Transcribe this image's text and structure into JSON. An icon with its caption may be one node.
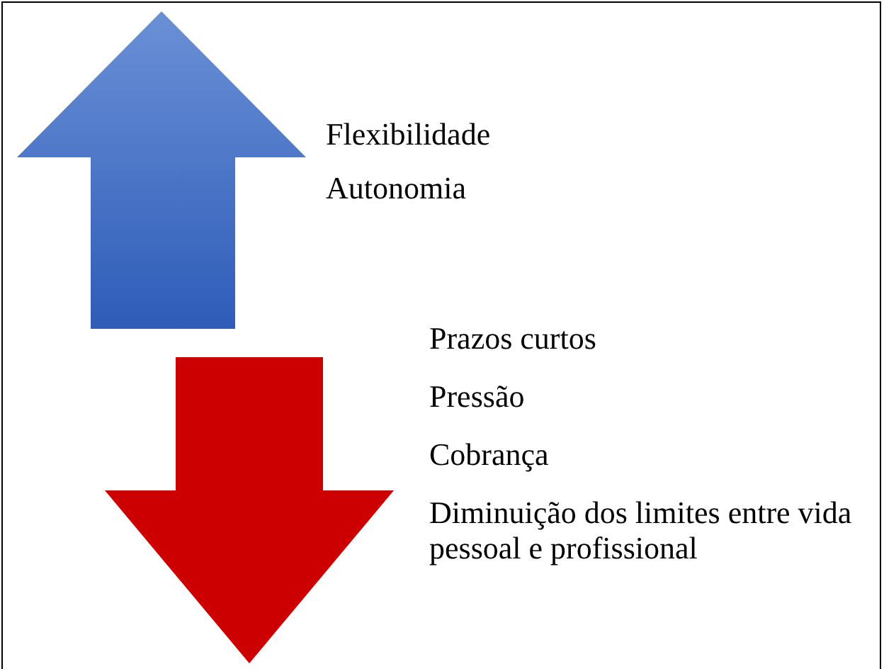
{
  "diagram": {
    "labels": [
      "Flexibilidade",
      "Autonomia",
      "Prazos curtos",
      "Pressão",
      "Cobrança",
      "Diminuição dos limites entre vida pessoal e profissional"
    ]
  }
}
